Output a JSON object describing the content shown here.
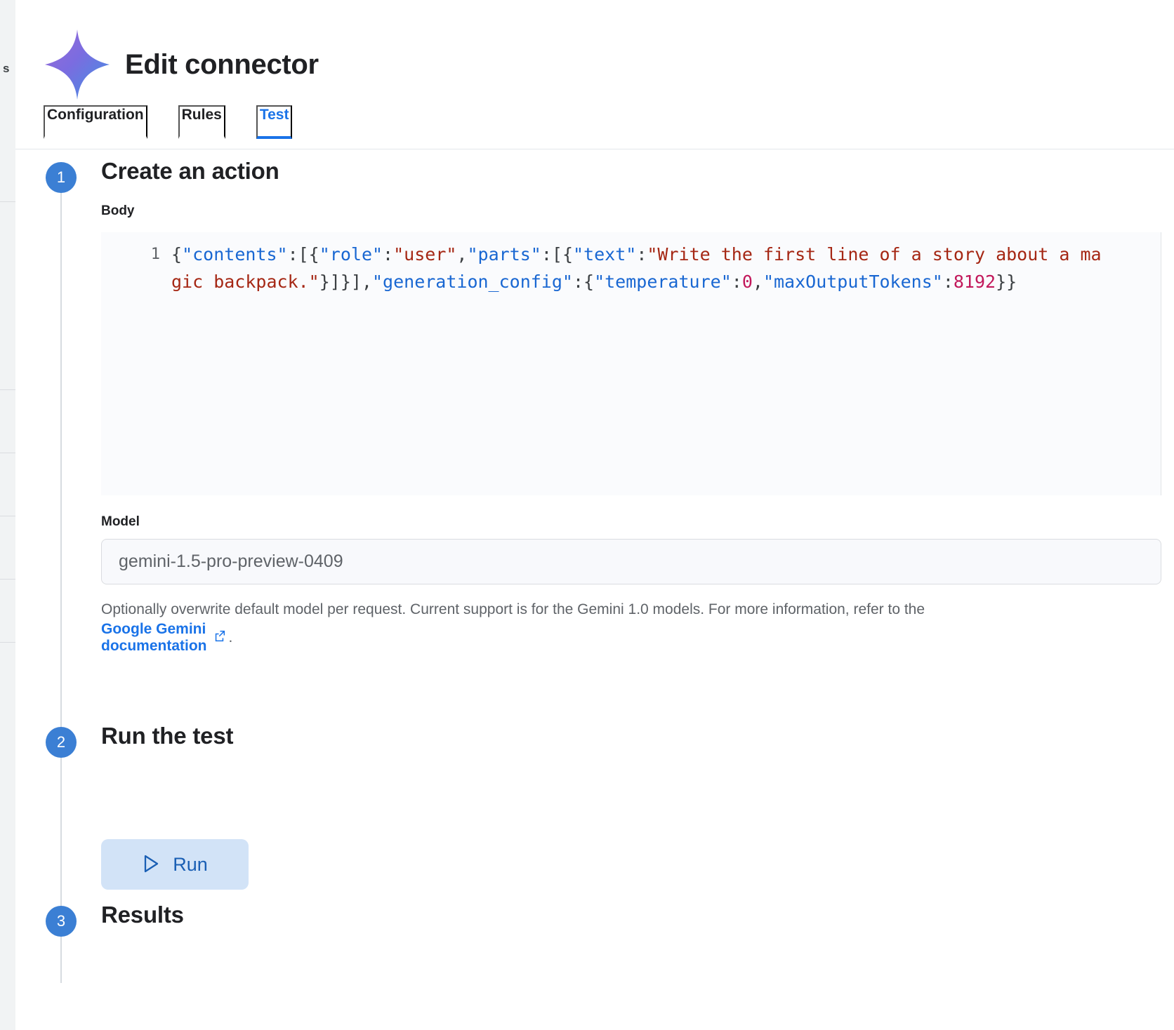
{
  "backdrop": {
    "partial_text": "s"
  },
  "header": {
    "title": "Edit connector",
    "logo_icon": "gemini-sparkle-icon",
    "tabs": [
      {
        "label": "Configuration",
        "active": false
      },
      {
        "label": "Rules",
        "active": false
      },
      {
        "label": "Test",
        "active": true
      }
    ]
  },
  "steps": [
    {
      "number": "1",
      "title": "Create an action"
    },
    {
      "number": "2",
      "title": "Run the test"
    },
    {
      "number": "3",
      "title": "Results"
    }
  ],
  "form": {
    "body_label": "Body",
    "code": {
      "line_number": "1",
      "tokens": [
        {
          "t": "{",
          "c": "p"
        },
        {
          "t": "\"contents\"",
          "c": "k"
        },
        {
          "t": ":[{",
          "c": "p"
        },
        {
          "t": "\"role\"",
          "c": "k"
        },
        {
          "t": ":",
          "c": "p"
        },
        {
          "t": "\"user\"",
          "c": "s"
        },
        {
          "t": ",",
          "c": "p"
        },
        {
          "t": "\"parts\"",
          "c": "k"
        },
        {
          "t": ":[{",
          "c": "p"
        },
        {
          "t": "\"text\"",
          "c": "k"
        },
        {
          "t": ":",
          "c": "p"
        },
        {
          "t": "\"Write the first line of a story about a magic backpack.\"",
          "c": "s"
        },
        {
          "t": "}]}],",
          "c": "p"
        },
        {
          "t": "\"generation_config\"",
          "c": "k"
        },
        {
          "t": ":{",
          "c": "p"
        },
        {
          "t": "\"temperature\"",
          "c": "k"
        },
        {
          "t": ":",
          "c": "p"
        },
        {
          "t": "0",
          "c": "n"
        },
        {
          "t": ",",
          "c": "p"
        },
        {
          "t": "\"maxOutputTokens\"",
          "c": "k"
        },
        {
          "t": ":",
          "c": "p"
        },
        {
          "t": "8192",
          "c": "n"
        },
        {
          "t": "}}",
          "c": "p"
        }
      ],
      "plain_text": "{\"contents\":[{\"role\":\"user\",\"parts\":[{\"text\":\"Write the first line of a story about a magic backpack.\"}]}],\"generation_config\":{\"temperature\":0,\"maxOutputTokens\":8192}}"
    },
    "model_label": "Model",
    "model_value": "gemini-1.5-pro-preview-0409",
    "model_placeholder": "gemini-1.5-pro-preview-0409",
    "helper_text": "Optionally overwrite default model per request. Current support is for the Gemini 1.0 models. For more information, refer to the",
    "helper_link": "Google Gemini documentation",
    "helper_link_icon": "external-link-icon",
    "helper_period": "."
  },
  "run": {
    "label": "Run",
    "icon": "play-triangle-icon"
  },
  "colors": {
    "accent": "#1a73e8",
    "step_dot": "#3b7fd4",
    "run_bg": "#d2e3f7",
    "run_fg": "#1a5fb4",
    "code_key": "#1967d2",
    "code_string": "#a52714",
    "code_number": "#c2185b",
    "editor_bg": "#fafbfd"
  }
}
